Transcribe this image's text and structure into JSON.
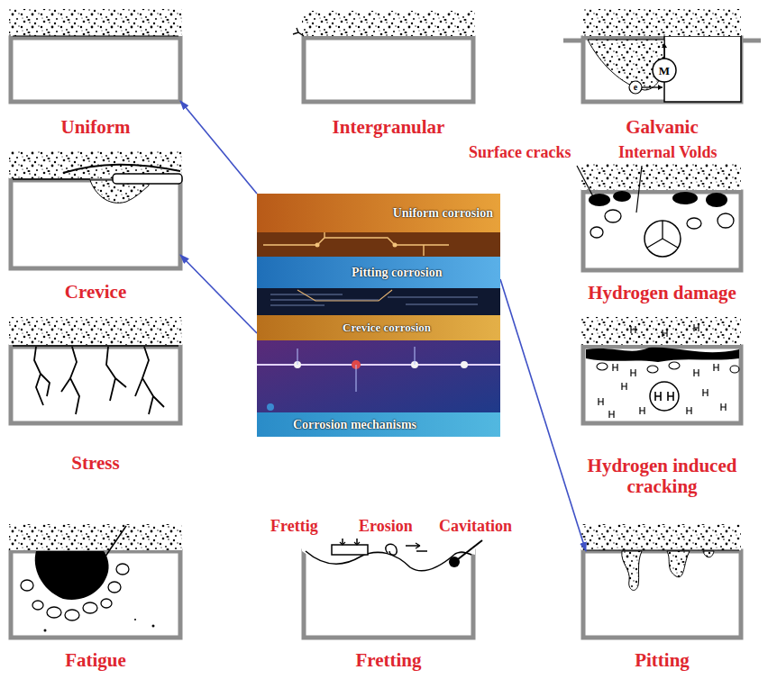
{
  "diagram": {
    "nodes": [
      {
        "text": [
          "Uniform"
        ]
      },
      {
        "text": [
          "Intergranular"
        ]
      },
      {
        "text": [
          "Galvanic"
        ]
      },
      {
        "text": [
          "Crevice"
        ]
      },
      {
        "text": [
          "Uniform corrosion"
        ]
      },
      {
        "text": [
          "Pitting corrosion"
        ]
      },
      {
        "text": [
          "Crevice corrosion"
        ]
      },
      {
        "text": [
          "Corrosion mechanisms"
        ]
      },
      {
        "text": [
          "Hydrogen damage"
        ]
      },
      {
        "text": [
          "Stress"
        ]
      },
      {
        "text": [
          "Hydrogen induced cracking"
        ]
      },
      {
        "text": [
          "Fatigue"
        ]
      },
      {
        "text": [
          "Fretting"
        ]
      },
      {
        "text": [
          "Pitting"
        ]
      }
    ],
    "edges": [
      {
        "from": 4,
        "to": 0,
        "arrow": "to"
      },
      {
        "from": 6,
        "to": 3,
        "arrow": "to"
      },
      {
        "from": 5,
        "to": 13,
        "arrow": "to"
      }
    ],
    "labels": [
      "Surface cracks",
      "Internal Volds",
      "Frettig",
      "Erosion",
      "Cavitation",
      "M",
      "e"
    ]
  }
}
